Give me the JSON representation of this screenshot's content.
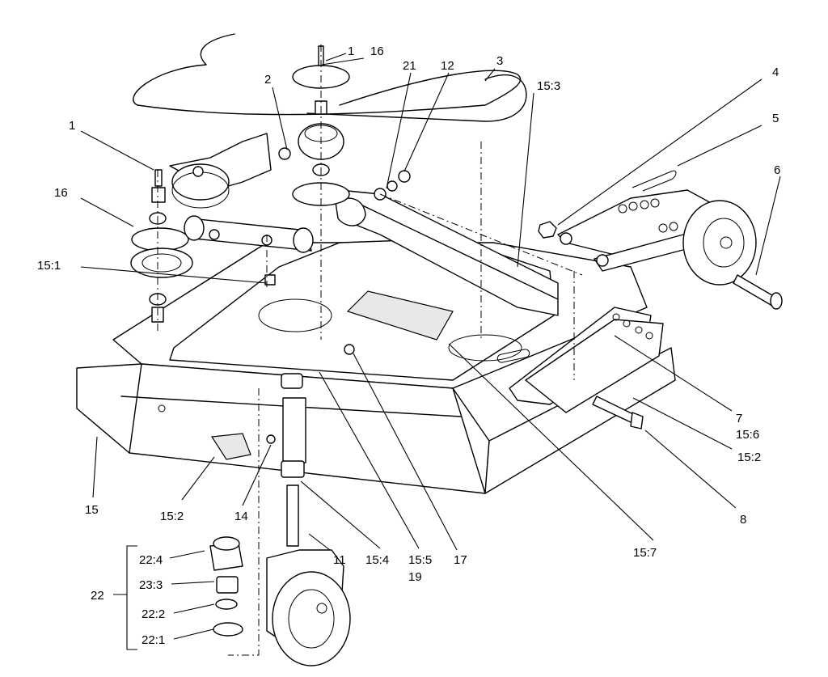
{
  "callouts": {
    "c1a": "1",
    "c16a": "16",
    "c2": "2",
    "c21": "21",
    "c12": "12",
    "c3": "3",
    "c153": "15:3",
    "c4": "4",
    "c5": "5",
    "c6": "6",
    "c1b": "1",
    "c16b": "16",
    "c151": "15:1",
    "c7": "7",
    "c156": "15:6",
    "c152a": "15:2",
    "c8": "8",
    "c15": "15",
    "c152b": "15:2",
    "c14": "14",
    "c11": "11",
    "c154": "15:4",
    "c155": "15:5",
    "c19": "19",
    "c17": "17",
    "c157": "15:7",
    "c22": "22",
    "c224": "22:4",
    "c233": "23:3",
    "c222": "22:2",
    "c221": "22:1"
  }
}
